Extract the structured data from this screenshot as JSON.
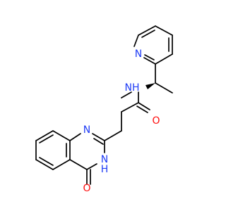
{
  "colors": {
    "background": "#ffffff",
    "bond": "#000000",
    "nitrogen": "#1f3cf5",
    "oxygen": "#ff0d0d"
  },
  "atoms": {
    "pyridine_n": {
      "text": "N",
      "element": "N"
    },
    "amide_nh": {
      "text": "NH",
      "element": "N"
    },
    "amide_o": {
      "text": "O",
      "element": "O"
    },
    "quinazoline_n1": {
      "text": "N",
      "element": "N"
    },
    "quinazoline_n3h": {
      "text": "NH",
      "element": "N",
      "note_h": "H",
      "note_n": "N"
    },
    "carbonyl_o": {
      "text": "O",
      "element": "O"
    }
  }
}
